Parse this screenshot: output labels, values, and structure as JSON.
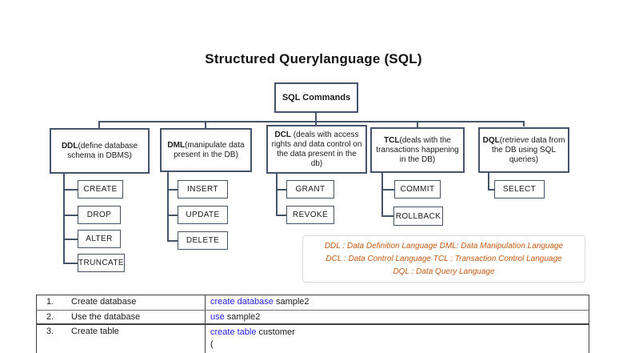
{
  "title": "Structured Querylanguage (SQL)",
  "root": {
    "label": "SQL Commands"
  },
  "branches": [
    {
      "name": "DDL",
      "desc": "(define database schema in DBMS)",
      "children": [
        "CREATE",
        "DROP",
        "ALTER",
        "TRUNCATE"
      ]
    },
    {
      "name": "DML",
      "desc": "(manipulate data present in the DB)",
      "children": [
        "INSERT",
        "UPDATE",
        "DELETE"
      ]
    },
    {
      "name": "DCL",
      "desc": " (deals with access rights and data control on the data present in the db)",
      "children": [
        "GRANT",
        "REVOKE"
      ]
    },
    {
      "name": "TCL",
      "desc": "(deals with the transactions happening in the DB)",
      "children": [
        "COMMIT",
        "ROLLBACK"
      ]
    },
    {
      "name": "DQL",
      "desc": "(retrieve data from the DB using SQL queries)",
      "children": [
        "SELECT"
      ]
    }
  ],
  "legend": {
    "line1": "DDL : Data Definition Language DML: Data Manipulation Language",
    "line2": "DCL : Data Control Language TCL : Transaction Control Language",
    "line3": "DQL : Data Query Language"
  },
  "table": {
    "rows": [
      {
        "num": "1.",
        "step": "Create database",
        "keyword": "create database",
        "rest": " sample2"
      },
      {
        "num": "2.",
        "step": "Use the database",
        "keyword": "use",
        "rest": " sample2"
      },
      {
        "num": "3.",
        "step": "Create table",
        "keyword": "create table",
        "rest": " customer",
        "line2": "("
      }
    ]
  },
  "colors": {
    "box_border": "#44546A",
    "legend_text": "#C55A11",
    "keyword_blue": "#2222EE"
  }
}
